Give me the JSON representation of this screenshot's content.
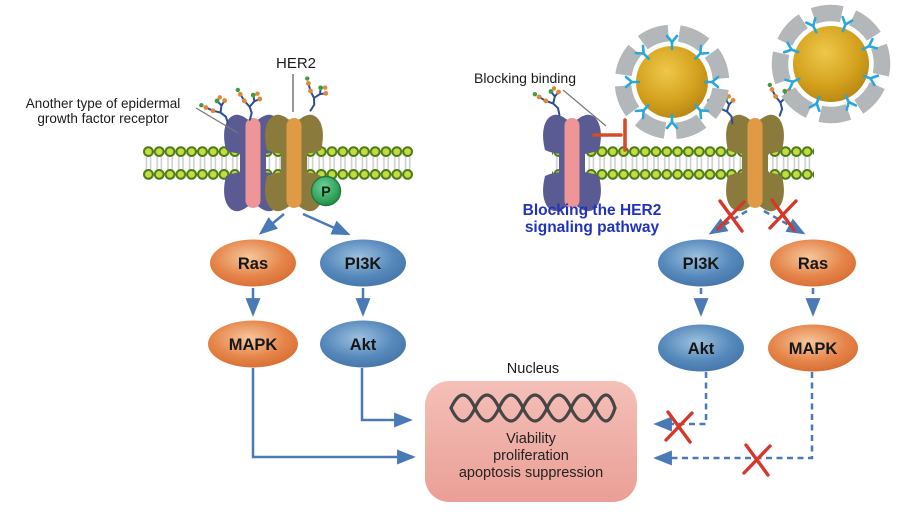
{
  "figure_title": "HER2 signaling pathway and nanoparticle blocking diagram",
  "labels": {
    "her2": "HER2",
    "egfr_line1": "Another type of epidermal",
    "egfr_line2": "growth factor receptor",
    "blocking_binding": "Blocking binding",
    "blocking_pathway_line1": "Blocking the HER2",
    "blocking_pathway_line2": "signaling pathway",
    "nucleus_title": "Nucleus",
    "nucleus_line1": "Viability",
    "nucleus_line2": "proliferation",
    "nucleus_line3": "apoptosis suppression",
    "phospho": "P"
  },
  "left_pathway": {
    "upstream_left": "Ras",
    "upstream_right": "PI3K",
    "downstream_left": "MAPK",
    "downstream_right": "Akt"
  },
  "right_pathway": {
    "upstream_left": "PI3K",
    "upstream_right": "Ras",
    "downstream_left": "Akt",
    "downstream_right": "MAPK"
  },
  "colors": {
    "orange_node": "#dd7036",
    "blue_node": "#4b80b6",
    "membrane_green": "#b9d43a",
    "phospho_green": "#2f9e56",
    "nucleus_pink": "#f1b3aa",
    "gold_sphere": "#d8a41d",
    "nano_gray": "#b4b7b9",
    "antibody_cyan": "#2aa7d8",
    "arrow_blue": "#4a7ab5",
    "inhibit_red": "#d84b28",
    "cross_red": "#d5382a",
    "pathway_text_blue": "#2233bb"
  }
}
